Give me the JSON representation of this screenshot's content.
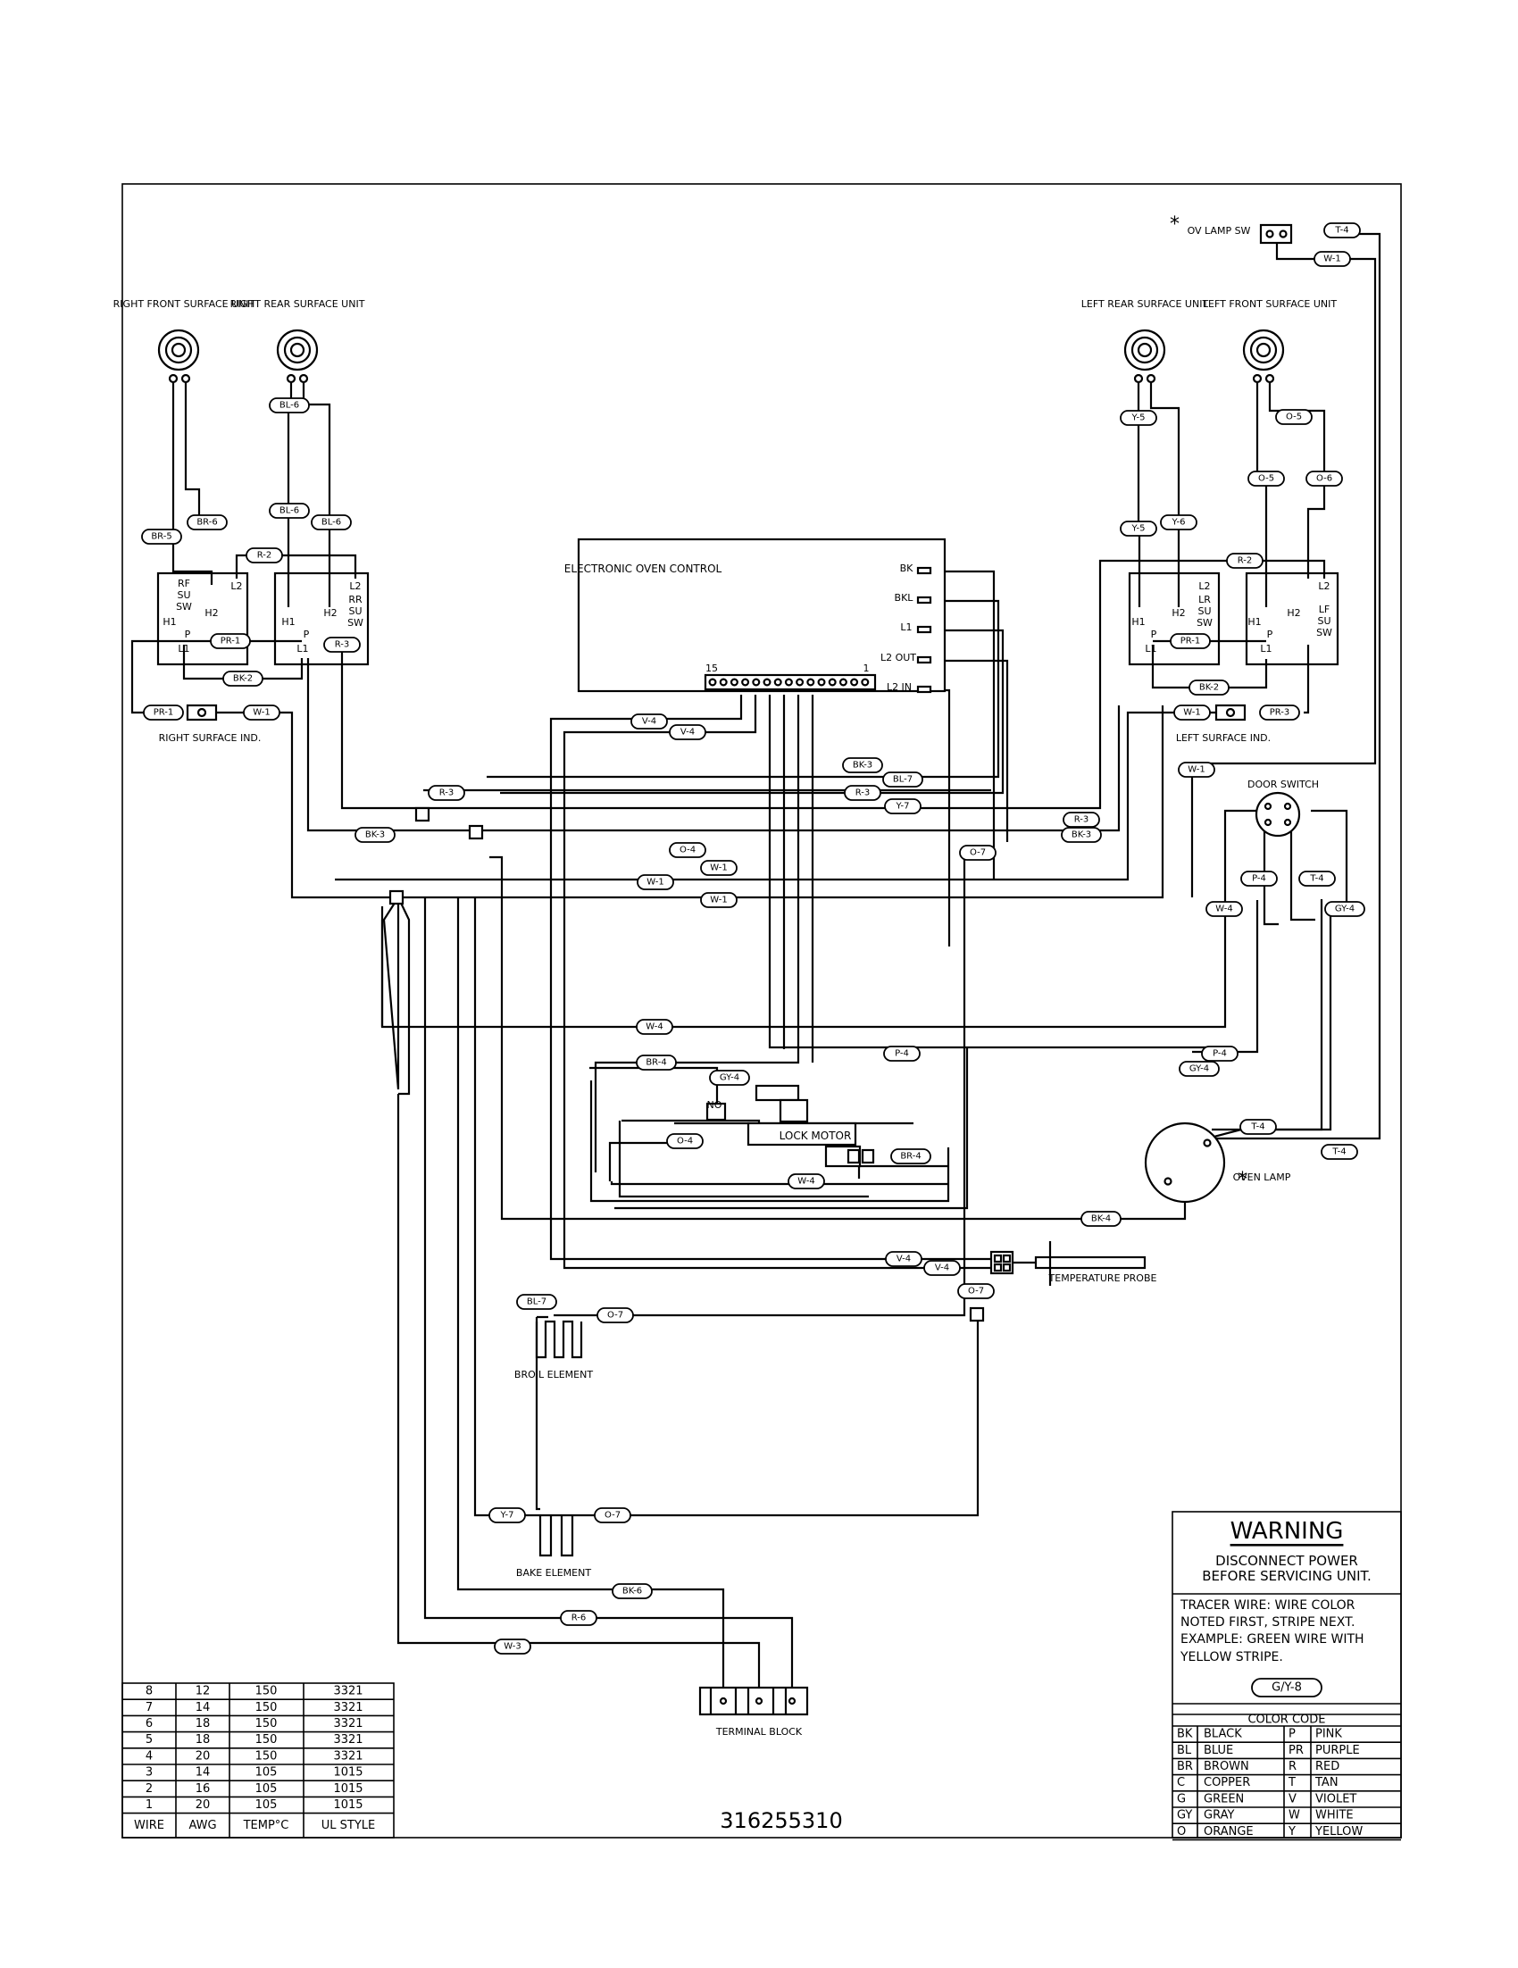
{
  "components": {
    "right_front_surface_unit": "RIGHT FRONT SURFACE UNIT",
    "right_rear_surface_unit": "RIGHT REAR SURFACE UNIT",
    "left_rear_surface_unit": "LEFT REAR SURFACE UNIT",
    "left_front_surface_unit": "LEFT FRONT SURFACE UNIT",
    "ov_lamp_sw": "OV LAMP SW",
    "electronic_oven_control": "ELECTRONIC OVEN CONTROL",
    "right_surface_ind": "RIGHT SURFACE IND.",
    "left_surface_ind": "LEFT SURFACE IND.",
    "door_switch": "DOOR SWITCH",
    "lock_motor": "LOCK MOTOR",
    "no_contact": "NO",
    "oven_lamp": "OVEN LAMP",
    "temperature_probe": "TEMPERATURE PROBE",
    "broil_element": "BROIL ELEMENT",
    "bake_element": "BAKE ELEMENT",
    "terminal_block": "TERMINAL BLOCK",
    "part_number": "316255310"
  },
  "eoc_terminals": {
    "bk": "BK",
    "bkl": "BKL",
    "l1": "L1",
    "l2_out": "L2 OUT",
    "l2_in": "L2 IN",
    "pin_left": "15",
    "pin_right": "1"
  },
  "switch_labels": {
    "rf_sw": [
      "RF",
      "SU",
      "SW"
    ],
    "rr_sw": [
      "RR",
      "SU",
      "SW"
    ],
    "lr_sw": [
      "LR",
      "SU",
      "SW"
    ],
    "lf_sw": [
      "LF",
      "SU",
      "SW"
    ],
    "h1": "H1",
    "h2": "H2",
    "l1": "L1",
    "l2": "L2",
    "p": "P"
  },
  "wire_tags": {
    "br5": "BR-5",
    "br6": "BR-6",
    "bl6": "BL-6",
    "r2": "R-2",
    "pr1": "PR-1",
    "r3": "R-3",
    "bk2": "BK-2",
    "w1": "W-1",
    "y5": "Y-5",
    "y6": "Y-6",
    "o5": "O-5",
    "o6": "O-6",
    "pr3": "PR-3",
    "v4": "V-4",
    "bk3": "BK-3",
    "bl7": "BL-7",
    "y7": "Y-7",
    "o4": "O-4",
    "o7": "O-7",
    "w4": "W-4",
    "p4": "P-4",
    "t4": "T-4",
    "gy4": "GY-4",
    "br4": "BR-4",
    "bk4": "BK-4",
    "bk6": "BK-6",
    "r6": "R-6",
    "w3": "W-3",
    "example": "G/Y-8"
  },
  "warning": {
    "title": "WARNING",
    "line1": "DISCONNECT POWER",
    "line2": "BEFORE SERVICING UNIT."
  },
  "tracer_note": [
    "TRACER WIRE:  WIRE COLOR",
    "NOTED FIRST, STRIPE NEXT.",
    "EXAMPLE:  GREEN WIRE WITH",
    "YELLOW STRIPE."
  ],
  "color_code": {
    "title": "COLOR CODE",
    "rows": [
      [
        "BK",
        "BLACK",
        "P",
        "PINK"
      ],
      [
        "BL",
        "BLUE",
        "PR",
        "PURPLE"
      ],
      [
        "BR",
        "BROWN",
        "R",
        "RED"
      ],
      [
        "C",
        "COPPER",
        "T",
        "TAN"
      ],
      [
        "G",
        "GREEN",
        "V",
        "VIOLET"
      ],
      [
        "GY",
        "GRAY",
        "W",
        "WHITE"
      ],
      [
        "O",
        "ORANGE",
        "Y",
        "YELLOW"
      ]
    ]
  },
  "wire_table": {
    "headers": [
      "WIRE",
      "AWG",
      "TEMP°C",
      "UL STYLE"
    ],
    "rows": [
      [
        "8",
        "12",
        "150",
        "3321"
      ],
      [
        "7",
        "14",
        "150",
        "3321"
      ],
      [
        "6",
        "18",
        "150",
        "3321"
      ],
      [
        "5",
        "18",
        "150",
        "3321"
      ],
      [
        "4",
        "20",
        "150",
        "3321"
      ],
      [
        "3",
        "14",
        "105",
        "1015"
      ],
      [
        "2",
        "16",
        "105",
        "1015"
      ],
      [
        "1",
        "20",
        "105",
        "1015"
      ]
    ]
  }
}
